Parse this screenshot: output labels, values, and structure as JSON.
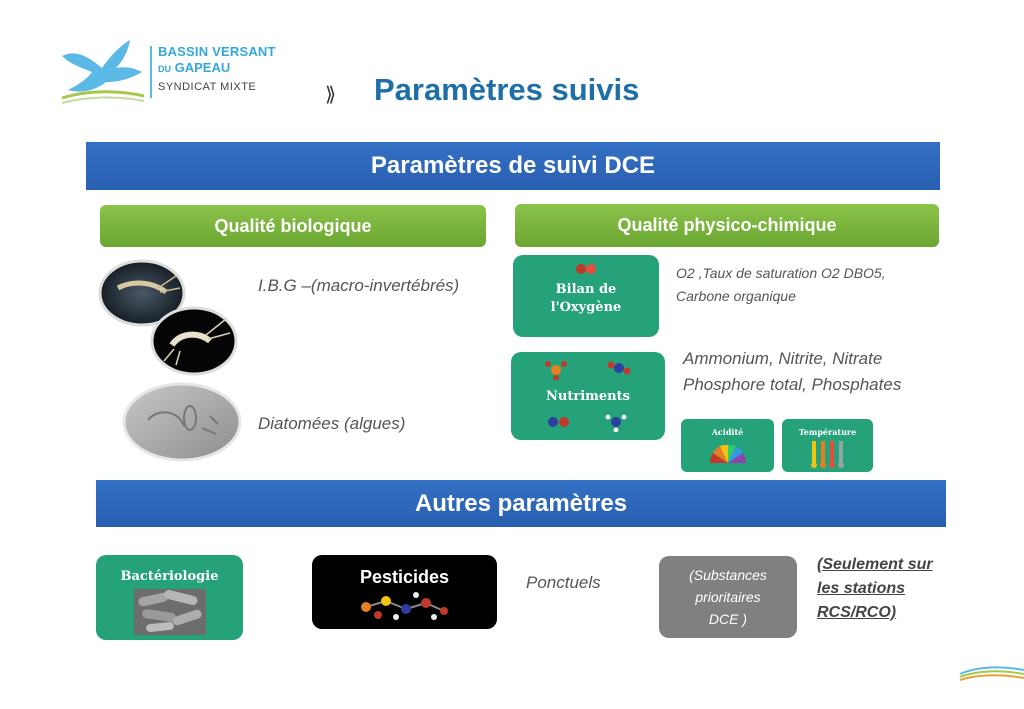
{
  "logo": {
    "line1": "BASSIN VERSANT",
    "line2_small": "DU",
    "line2": "GAPEAU",
    "line3": "SYNDICAT MIXTE"
  },
  "title": {
    "chevron": "⟫",
    "text": "Paramètres suivis"
  },
  "dce": {
    "banner": "Paramètres de suivi DCE",
    "bio": {
      "header": "Qualité biologique",
      "ibg": "I.B.G –(macro-invertébrés)",
      "diatomees": "Diatomées (algues)"
    },
    "physico": {
      "header": "Qualité physico-chimique",
      "oxygene_label_1": "Bilan de",
      "oxygene_label_2": "l'Oxygène",
      "oxygene_text_1": "O2 ,Taux de saturation O2 DBO5,",
      "oxygene_text_2": "Carbone organique",
      "nutriments_label": "Nutriments",
      "nutriments_text_1": "Ammonium, Nitrite, Nitrate",
      "nutriments_text_2": "Phosphore total, Phosphates",
      "acidite_label": "Acidité",
      "temperature_label": "Température"
    }
  },
  "autres": {
    "banner": "Autres paramètres",
    "bacteriologie": "Bactériologie",
    "pesticides": "Pesticides",
    "ponctuels": "Ponctuels",
    "substances_1": "(Substances",
    "substances_2": "prioritaires",
    "substances_3": "DCE )",
    "seulement_1": "(Seulement sur",
    "seulement_2": "les stations",
    "seulement_3": "RCS/RCO)"
  },
  "colors": {
    "banner_blue": "#2f68bb",
    "green": "#7cb740",
    "teal": "#26a27a",
    "title_blue": "#1e6fa8"
  }
}
